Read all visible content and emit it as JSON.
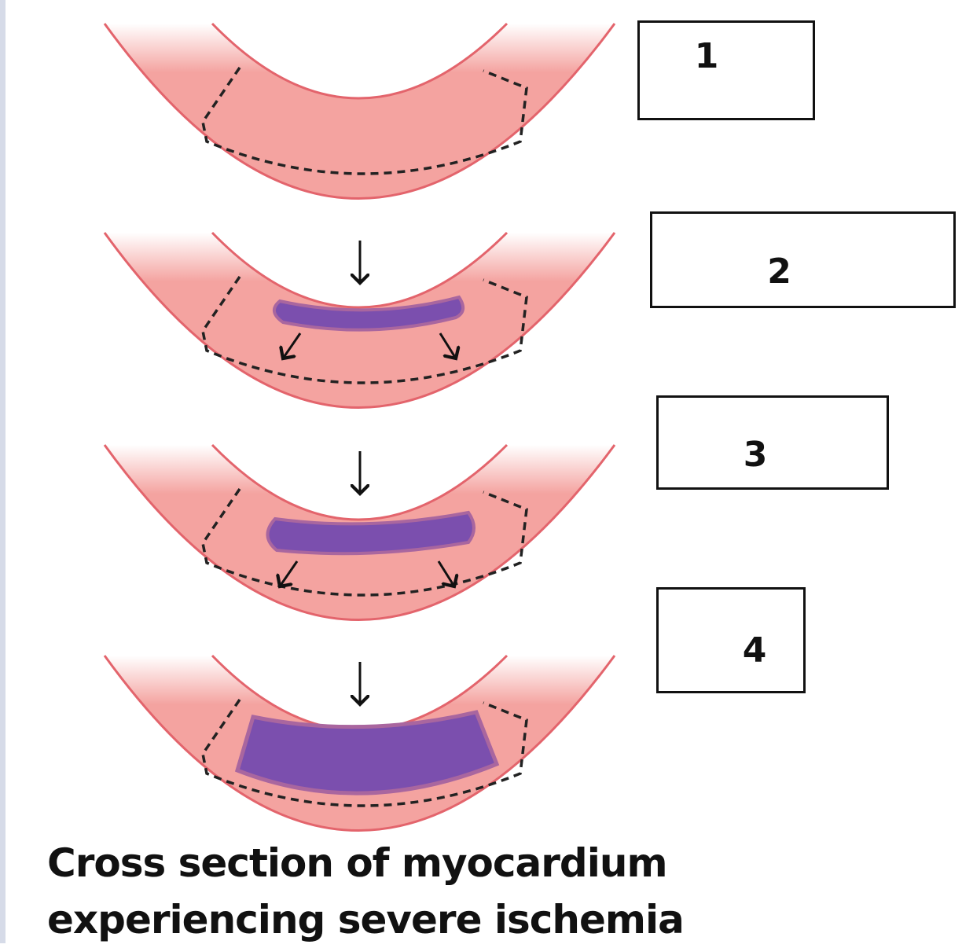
{
  "labels": [
    "1",
    "2",
    "3",
    "4"
  ],
  "caption": {
    "line1": "Cross section of myocardium",
    "line2": "experiencing severe ischemia"
  },
  "colors": {
    "myocardium": "#f4a3a0",
    "outline": "#e3646c",
    "infarct": "#7b4fae",
    "infarct_edge": "#a9669f",
    "dashed": "#222222"
  }
}
